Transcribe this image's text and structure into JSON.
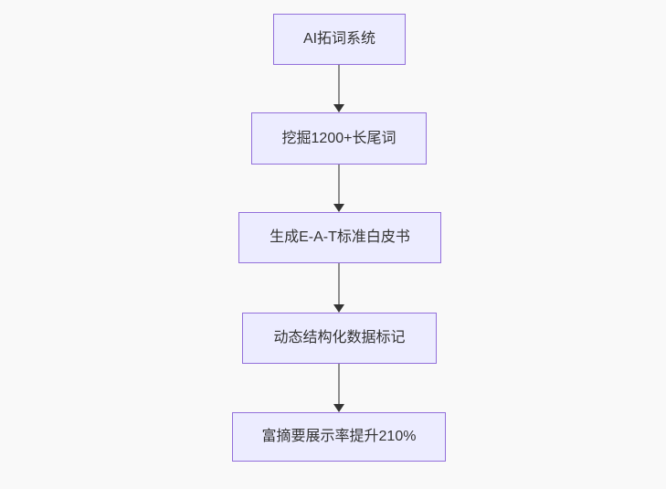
{
  "diagram": {
    "type": "flowchart",
    "direction": "top-down",
    "nodes": [
      {
        "id": "n1",
        "label": "AI拓词系统"
      },
      {
        "id": "n2",
        "label": "挖掘1200+长尾词"
      },
      {
        "id": "n3",
        "label": "生成E-A-T标准白皮书"
      },
      {
        "id": "n4",
        "label": "动态结构化数据标记"
      },
      {
        "id": "n5",
        "label": "富摘要展示率提升210%"
      }
    ],
    "edges": [
      {
        "from": "n1",
        "to": "n2"
      },
      {
        "from": "n2",
        "to": "n3"
      },
      {
        "from": "n3",
        "to": "n4"
      },
      {
        "from": "n4",
        "to": "n5"
      }
    ],
    "colors": {
      "node_fill": "#ECECFF",
      "node_border": "#9370DB",
      "edge_line": "#8f8f8f",
      "arrow_head": "#333333",
      "text": "#333333",
      "background": "#f9f9f9"
    }
  }
}
